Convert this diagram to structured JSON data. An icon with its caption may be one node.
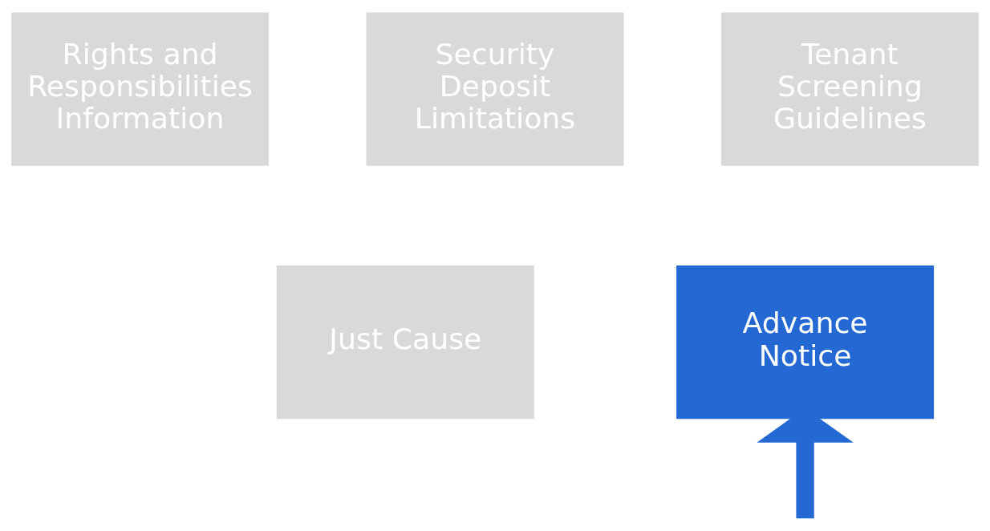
{
  "diagram": {
    "nodes": [
      {
        "text": [
          "Rights and Responsibilities Information"
        ]
      },
      {
        "text": [
          "Security Deposit Limitations"
        ]
      },
      {
        "text": [
          "Tenant Screening Guidelines"
        ]
      },
      {
        "text": [
          "Just Cause"
        ]
      },
      {
        "text": [
          "Advance Notice"
        ]
      }
    ],
    "edges": [
      {
        "from": null,
        "to": 4,
        "arrow": "to"
      }
    ]
  }
}
